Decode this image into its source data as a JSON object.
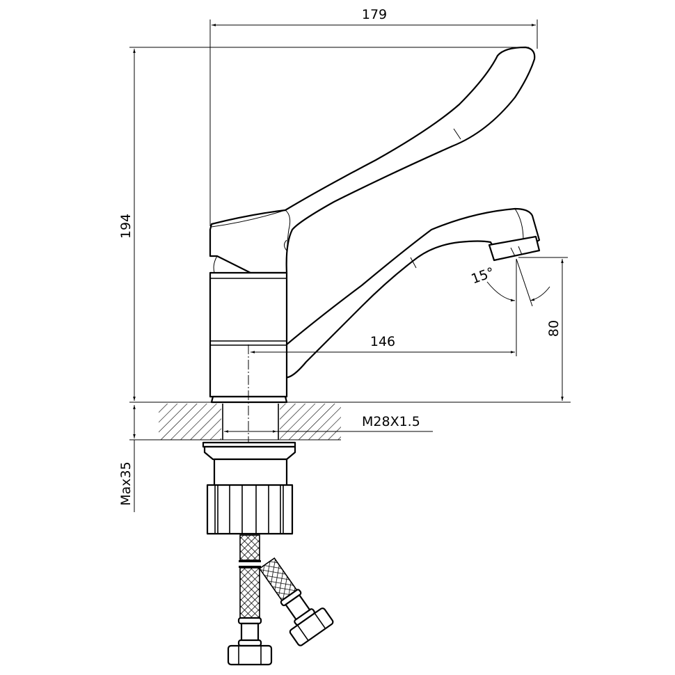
{
  "dimensions": {
    "width": "179",
    "height": "194",
    "spout_reach": "146",
    "spout_height": "80",
    "angle": "15°",
    "thread": "M28X1.5",
    "max_thickness": "Max35"
  },
  "colors": {
    "line": "#000000",
    "background": "#ffffff"
  }
}
